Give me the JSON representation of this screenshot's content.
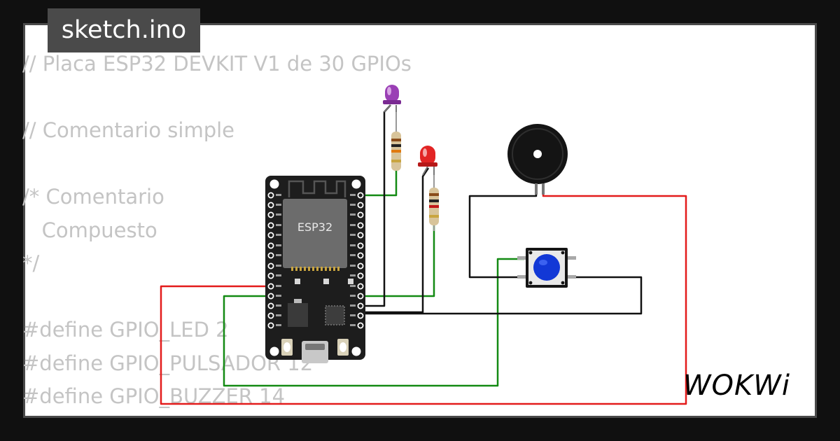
{
  "window": {
    "file_tab": "sketch.ino"
  },
  "code_lines": [
    "// Placa ESP32 DEVKIT V1 de 30 GPIOs",
    "",
    "// Comentario simple",
    "",
    "/* Comentario",
    "   Compuesto",
    "*/",
    "",
    "#define GPIO_LED 2",
    "#define GPIO_PULSADOR 12",
    "#define GPIO_BUZZER 14"
  ],
  "board": {
    "chip_label": "ESP32"
  },
  "brand": {
    "logo_text": "WOKWi"
  },
  "colors": {
    "wire_red": "#e31b1b",
    "wire_green": "#138a13",
    "wire_black": "#111111",
    "led_purple": "#9a3fb5",
    "led_red": "#e22424",
    "button_cap": "#1238d6"
  },
  "icons": [
    "esp32-board-icon",
    "led-icon",
    "resistor-icon",
    "buzzer-icon",
    "pushbutton-icon"
  ]
}
